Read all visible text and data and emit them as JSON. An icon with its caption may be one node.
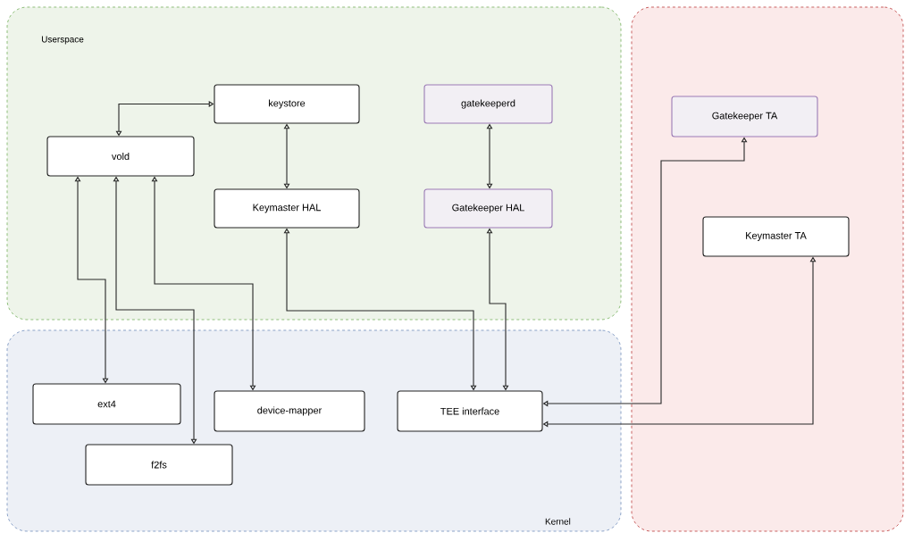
{
  "diagram": {
    "nodes": [
      {
        "text": [
          "Userspace"
        ]
      },
      {
        "text": [
          "vold"
        ],
        "in": 0
      },
      {
        "text": [
          "keystore"
        ],
        "in": 0
      },
      {
        "text": [
          "Keymaster HAL"
        ],
        "in": 0
      },
      {
        "text": [
          "gatekeeperd"
        ],
        "in": 0
      },
      {
        "text": [
          "Gatekeeper HAL"
        ],
        "in": 0
      },
      {
        "text": [
          "Kernel"
        ]
      },
      {
        "text": [
          "ext4"
        ],
        "in": 6
      },
      {
        "text": [
          "f2fs"
        ],
        "in": 6
      },
      {
        "text": [
          "device-mapper"
        ],
        "in": 6
      },
      {
        "text": [
          "TEE interface"
        ],
        "in": 6
      },
      {
        "text": [],
        "shape": "box"
      },
      {
        "text": [
          "Gatekeeper TA"
        ],
        "in": 11
      },
      {
        "text": [
          "Keymaster TA"
        ],
        "in": 11
      }
    ],
    "edges": [
      {
        "from": 1,
        "to": 2,
        "arrow": "both"
      },
      {
        "from": 2,
        "to": 3,
        "arrow": "both"
      },
      {
        "from": 4,
        "to": 5,
        "arrow": "both"
      },
      {
        "from": 1,
        "to": 7,
        "arrow": "both"
      },
      {
        "from": 1,
        "to": 8,
        "arrow": "both"
      },
      {
        "from": 1,
        "to": 9,
        "arrow": "both"
      },
      {
        "from": 3,
        "to": 10,
        "arrow": "both"
      },
      {
        "from": 5,
        "to": 10,
        "arrow": "both"
      },
      {
        "from": 10,
        "to": 12,
        "arrow": "both"
      },
      {
        "from": 10,
        "to": 13,
        "arrow": "both"
      }
    ]
  }
}
